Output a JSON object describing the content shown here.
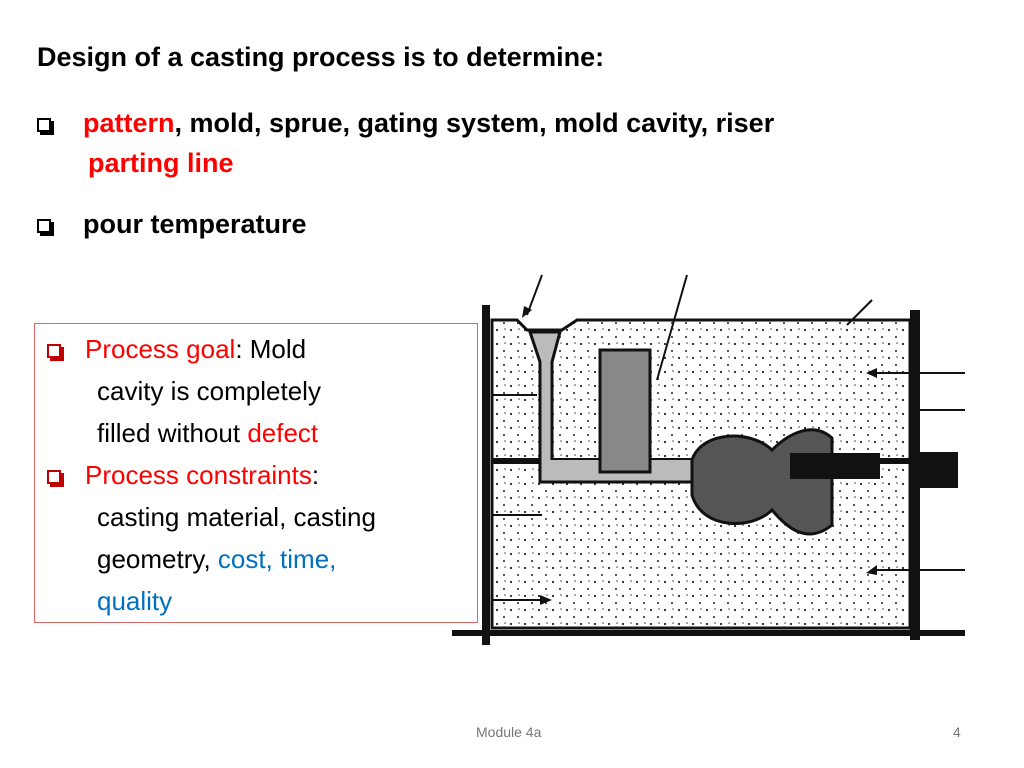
{
  "slide": {
    "title": "Design of a casting process is to determine:",
    "bullet1": {
      "pattern": "pattern",
      "rest": ", mold, sprue, gating system, mold cavity, riser",
      "line2": "parting line"
    },
    "bullet2": "pour temperature",
    "box": {
      "goal_label": "Process goal",
      "goal_sep": ":",
      "goal_l1": " Mold",
      "goal_l2": "cavity is completely",
      "goal_l3a": "filled without ",
      "goal_l3b": "defect",
      "constraints_label": "Process constraints",
      "constraints_sep": ":",
      "c_l1": "casting material, casting",
      "c_l2a": "geometry, ",
      "c_l2b": "cost, time,",
      "c_l3": "quality"
    },
    "footer": {
      "module": "Module 4a",
      "page": "4"
    }
  },
  "colors": {
    "red": "#ff0000",
    "blue": "#0070c0",
    "box_border": "#e06666"
  },
  "icons": [
    "checkbox-bullet-icon",
    "casting-mold-diagram"
  ]
}
